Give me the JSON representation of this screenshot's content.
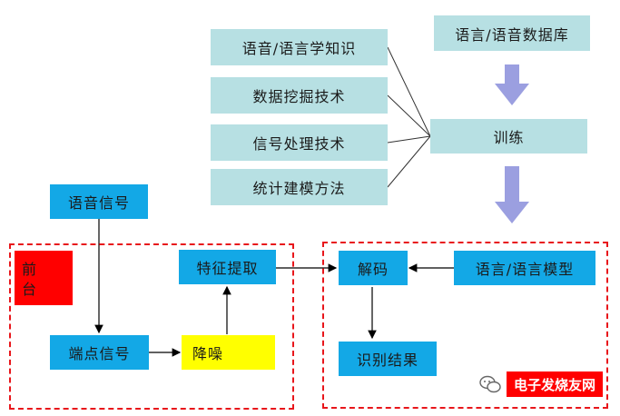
{
  "knowledge": {
    "items": [
      "语音/语言学知识",
      "数据挖掘技术",
      "信号处理技术",
      "统计建模方法"
    ]
  },
  "database": "语言/语音数据库",
  "training": "训练",
  "frontend": {
    "label_line1": "前",
    "label_line2": "台",
    "input_signal": "语音信号",
    "endpoint_signal": "端点信号",
    "denoise": "降噪",
    "feature_extraction": "特征提取"
  },
  "backend": {
    "decode": "解码",
    "model": "语言/语言模型",
    "result": "识别结果"
  },
  "watermark": "电子发烧友网",
  "colors": {
    "teal": "#b7e0e3",
    "blue": "#13a8e6",
    "yellow": "#ffff00",
    "red": "#ff0000",
    "dash": "#e8161b",
    "arrow_purple": "#9b9fe0"
  }
}
